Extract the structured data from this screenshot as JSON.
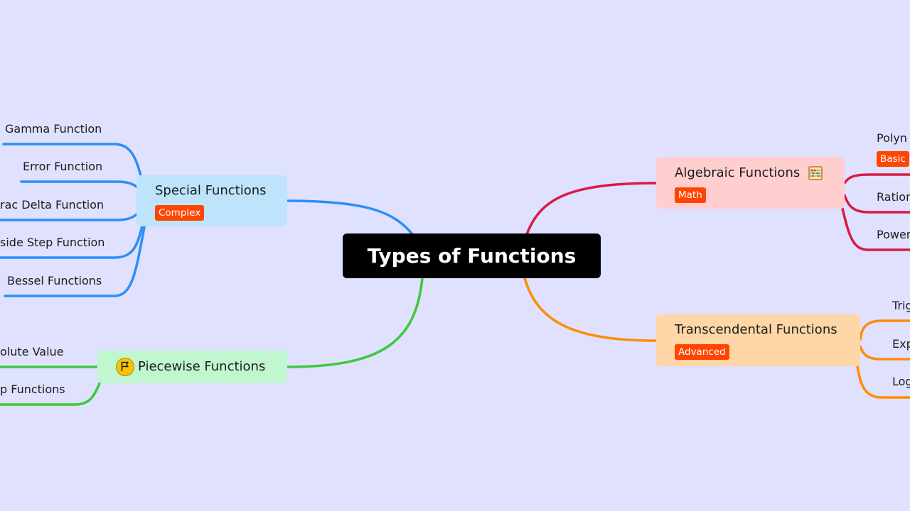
{
  "root": {
    "label": "Types of Functions"
  },
  "colors": {
    "background": "#e0e0ff",
    "special": "#2a8ff7",
    "piecewise": "#3cc93c",
    "algebraic": "#d81b45",
    "transcendental": "#ff8c00",
    "tag": "#ff4500"
  },
  "branches": {
    "special": {
      "label": "Special Functions",
      "tag": "Complex",
      "children": [
        "Gamma Function",
        "Error Function",
        "rac Delta Function",
        "side Step Function",
        "Bessel Functions"
      ]
    },
    "piecewise": {
      "label": "Piecewise Functions",
      "icon": "flag-icon",
      "children": [
        "olute Value",
        "p Functions"
      ]
    },
    "algebraic": {
      "label": "Algebraic Functions",
      "icon": "abacus-icon",
      "tag": "Math",
      "children": [
        {
          "label": "Polyn",
          "tag": "Basic"
        },
        {
          "label": "Ration"
        },
        {
          "label": "Power"
        }
      ]
    },
    "transcendental": {
      "label": "Transcendental Functions",
      "tag": "Advanced",
      "children": [
        "Trig",
        "Exp",
        "Log"
      ]
    }
  }
}
